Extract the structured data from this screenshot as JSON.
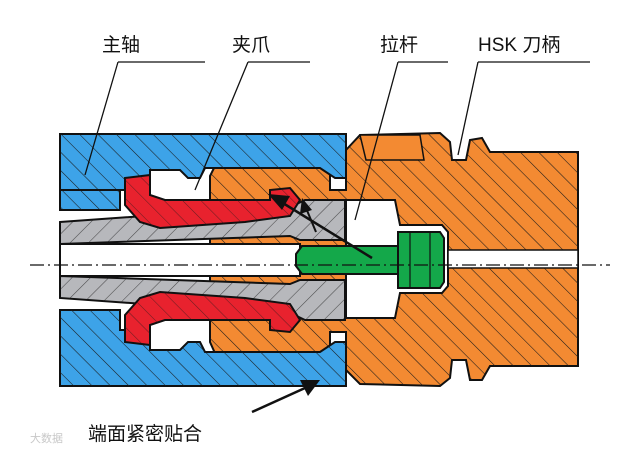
{
  "labels": {
    "spindle": "主轴",
    "collet": "夹爪",
    "drawbar": "拉杆",
    "hsk_holder": "HSK 刀柄",
    "face_contact": "端面紧密贴合"
  },
  "watermark": "大数据",
  "colors": {
    "spindle": "#3da3e8",
    "collet": "#e8222e",
    "drawbar": "#14a84a",
    "hsk_holder": "#f38a32",
    "gray_part": "#b7b8bc",
    "outline": "#111111"
  }
}
